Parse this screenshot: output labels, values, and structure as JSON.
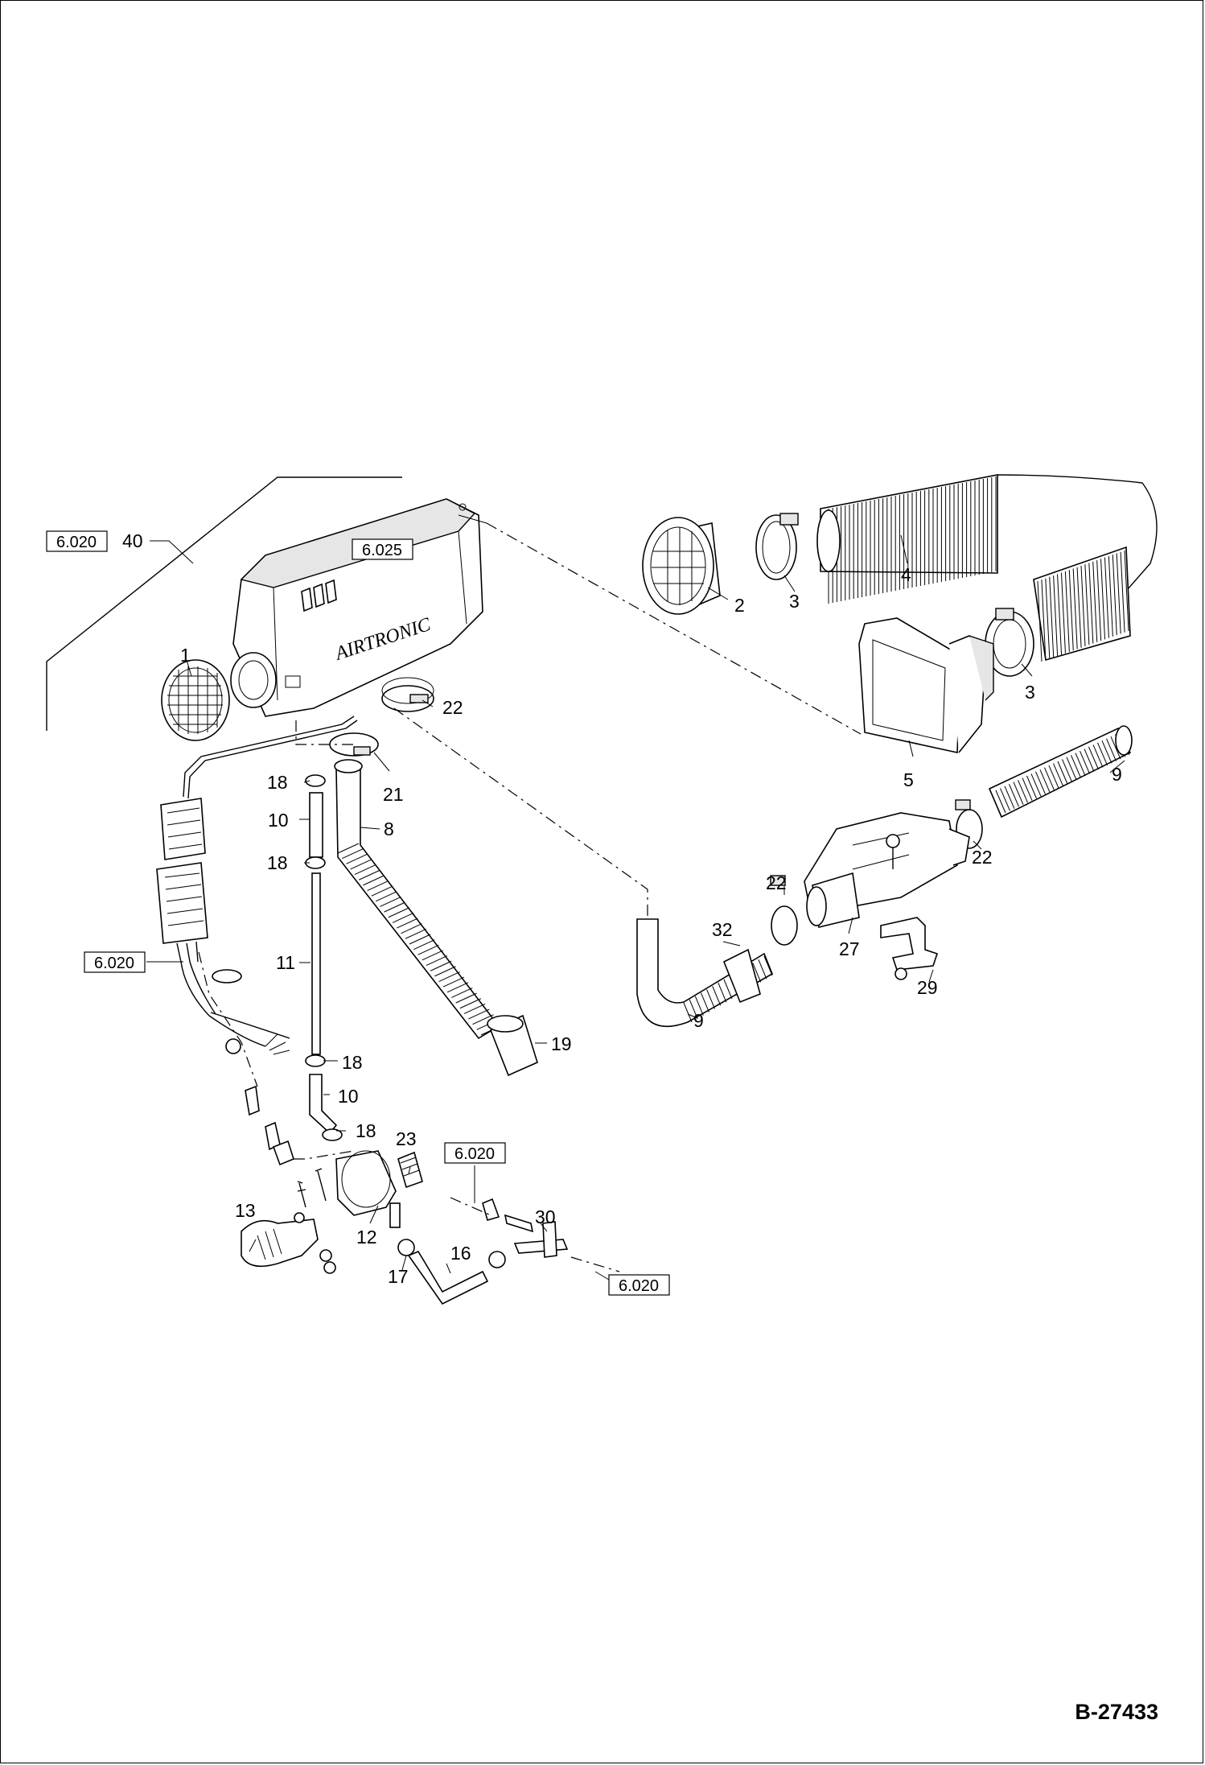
{
  "diagram": {
    "document_id": "B-27433",
    "brand_text": "AIRTRONIC",
    "reference_boxes": {
      "ref_heater_unit": "6.020",
      "ref_heater_body": "6.025",
      "ref_harness": "6.020",
      "ref_fuel_line_upper": "6.020",
      "ref_fuel_line_lower": "6.020"
    },
    "callouts": {
      "c1": "1",
      "c2": "2",
      "c3a": "3",
      "c3b": "3",
      "c4": "4",
      "c5": "5",
      "c8": "8",
      "c9a": "9",
      "c9b": "9",
      "c10a": "10",
      "c10b": "10",
      "c11": "11",
      "c12": "12",
      "c13": "13",
      "c16": "16",
      "c17": "17",
      "c18a": "18",
      "c18b": "18",
      "c18c": "18",
      "c18d": "18",
      "c19": "19",
      "c21": "21",
      "c22a": "22",
      "c22b": "22",
      "c22c": "22",
      "c23": "23",
      "c27": "27",
      "c29": "29",
      "c30": "30",
      "c32": "32",
      "c40": "40"
    }
  }
}
